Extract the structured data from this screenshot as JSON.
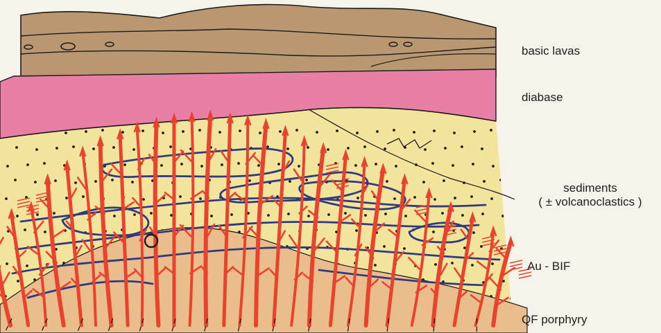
{
  "labels": {
    "basic_lavas": "basic lavas",
    "diabase": "diabase",
    "sediments_line1": "sediments",
    "sediments_line2": "( ± volcanoclastics )",
    "au_bif": "Au - BIF",
    "qf_porphyry": "QF porphyry"
  },
  "colors": {
    "paper": "#f6f3ea",
    "basic_lavas": "#b99770",
    "diabase": "#e87fa6",
    "sediments": "#f2e49b",
    "qf_porphyry": "#e9bd8c",
    "veins": "#e8432c",
    "bif": "#2f3b7e",
    "outline": "#1a1a1a"
  }
}
